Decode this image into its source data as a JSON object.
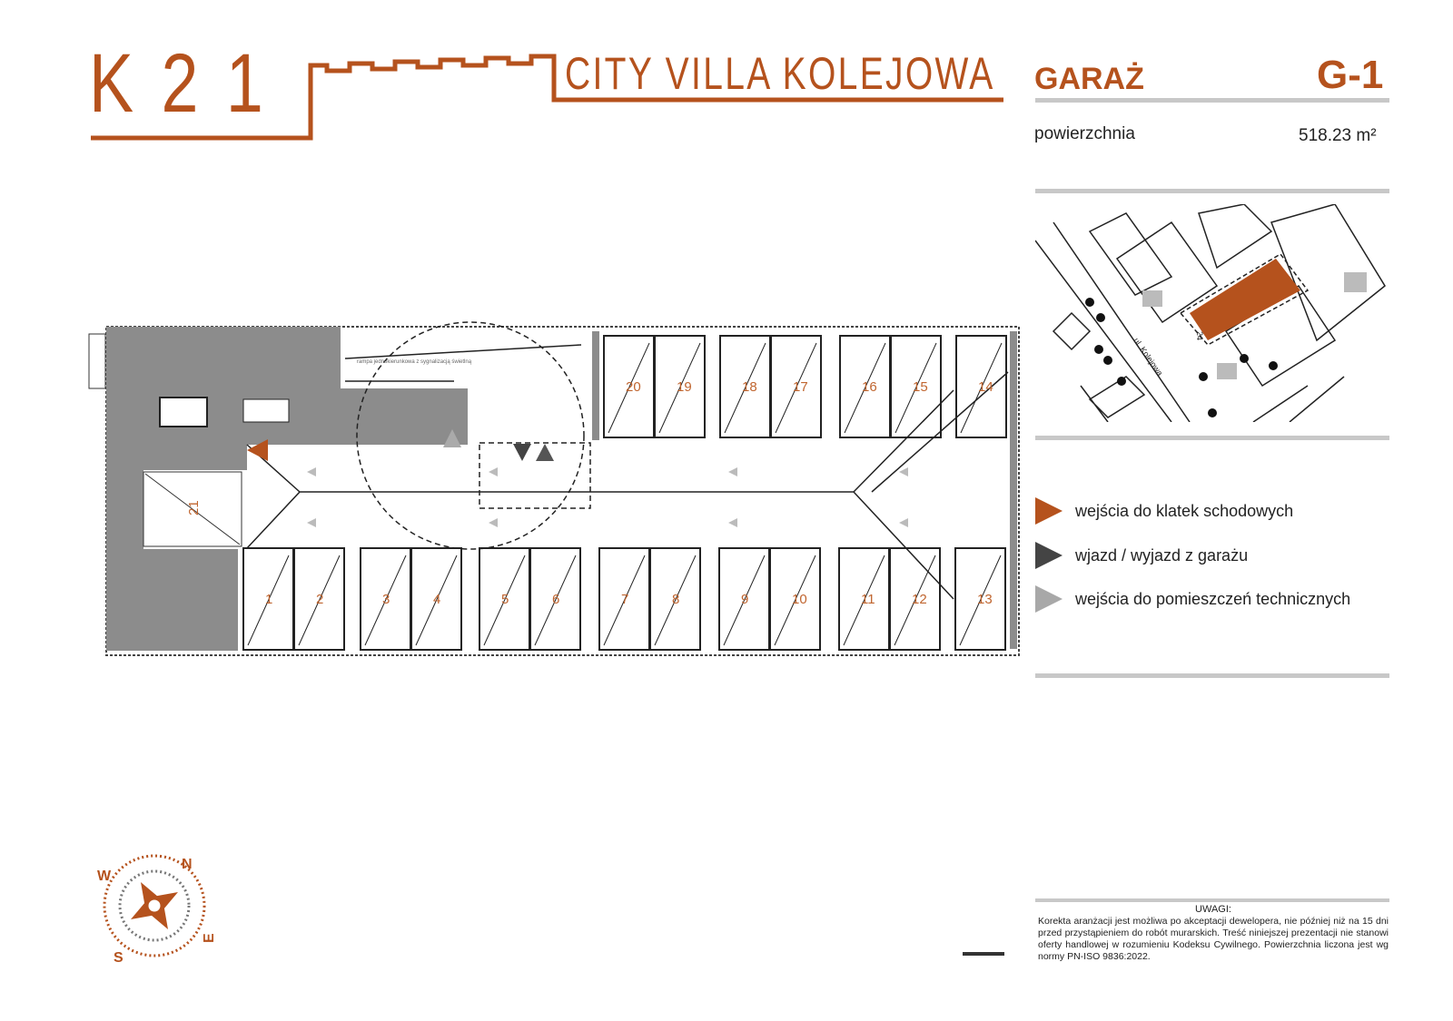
{
  "header": {
    "logo_mark": "K21",
    "logo_name": "CITY VILLA KOLEJOWA",
    "unit_type": "GARAŻ",
    "unit_id": "G-1",
    "area_label": "powierzchnia",
    "area_value": "518.23 m²"
  },
  "site_map": {
    "street_label": "ul. Kolejowa",
    "building_label": "24"
  },
  "plan": {
    "ramp_label": "rampa jednokierunkowa z sygnalizacją świetlną",
    "top_spaces": [
      "20",
      "19",
      "18",
      "17",
      "16",
      "15",
      "14"
    ],
    "bottom_spaces": [
      "1",
      "2",
      "3",
      "4",
      "5",
      "6",
      "7",
      "8",
      "9",
      "10",
      "11",
      "12",
      "13"
    ],
    "extra_space": "21"
  },
  "legend": [
    {
      "label": "wejścia do klatek schodowych",
      "color": "#b5521d"
    },
    {
      "label": "wjazd / wyjazd z garażu",
      "color": "#444444"
    },
    {
      "label": "wejścia do pomieszczeń technicznych",
      "color": "#a8a8a8"
    }
  ],
  "compass": {
    "n": "N",
    "e": "E",
    "s": "S",
    "w": "W"
  },
  "notes": {
    "title": "UWAGI:",
    "text": "Korekta aranżacji jest możliwa po akceptacji dewelopera, nie później niż na 15 dni przed przystąpieniem do robót murarskich. Treść niniejszej prezentacji nie stanowi oferty handlowej w rozumieniu Kodeksu Cywilnego. Powierzchnia liczona jest wg normy PN-ISO 9836:2022."
  }
}
